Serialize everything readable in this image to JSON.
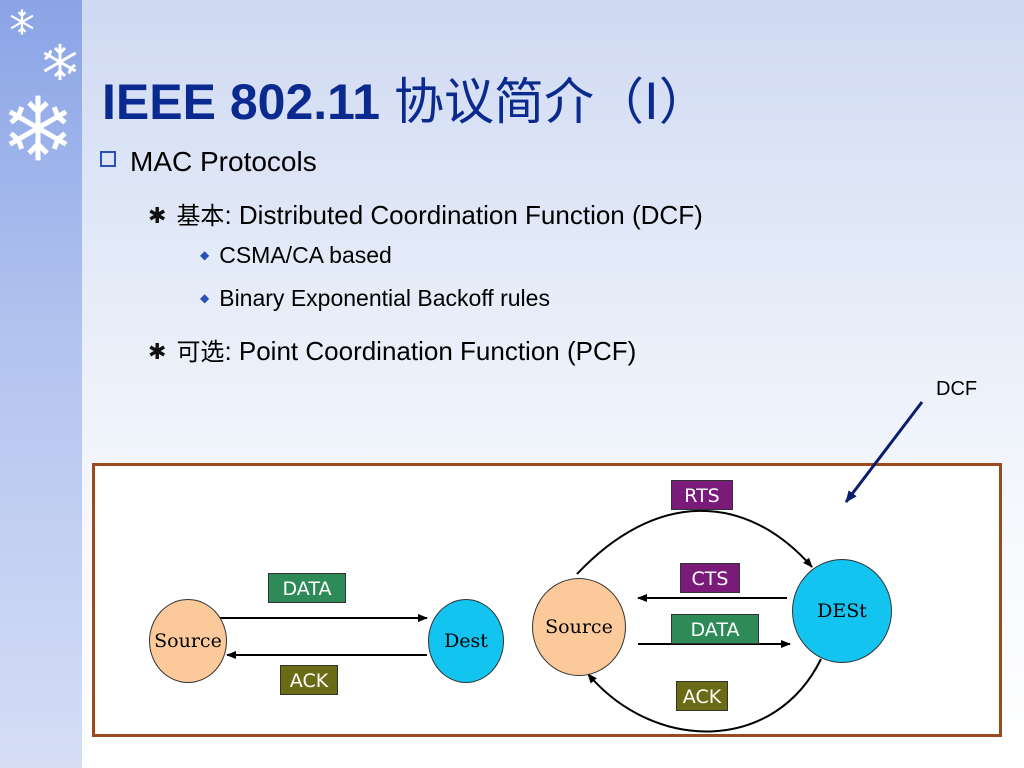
{
  "title": {
    "main": "IEEE 802.11",
    "cn": "协议简介（Ⅰ）"
  },
  "bullets": {
    "level1": "MAC Protocols",
    "dcf_prefix": "基本",
    "dcf_text": ": Distributed Coordination Function (DCF)",
    "dcf_sub1": "CSMA/CA based",
    "dcf_sub2": "Binary Exponential Backoff rules",
    "pcf_prefix": "可选",
    "pcf_text": ": Point Coordination Function (PCF)"
  },
  "annotation": {
    "label": "DCF"
  },
  "diagram": {
    "left": {
      "source": "Source",
      "dest": "Dest",
      "data": "DATA",
      "ack": "ACK"
    },
    "right": {
      "source": "Source",
      "dest": "DESt",
      "rts": "RTS",
      "cts": "CTS",
      "data": "DATA",
      "ack": "ACK"
    }
  },
  "colors": {
    "olive": "#6b6b16",
    "green": "#2e8b57",
    "purple": "#7a1b7a",
    "peach": "#fbc99a",
    "cyan": "#13c3f0",
    "title": "#0b2a8f",
    "frame": "#9b4a1e"
  }
}
